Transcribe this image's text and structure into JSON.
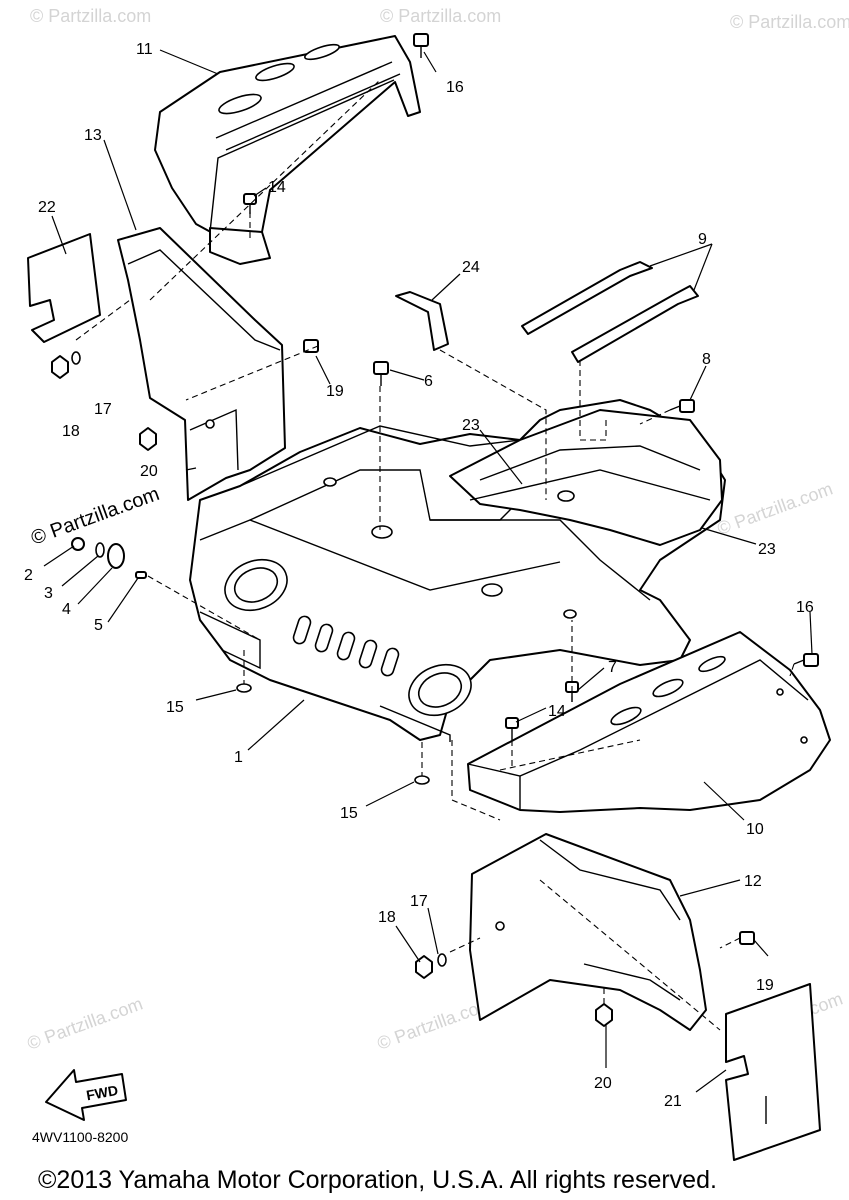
{
  "callouts": [
    "1",
    "2",
    "3",
    "4",
    "5",
    "6",
    "7",
    "8",
    "9",
    "10",
    "11",
    "12",
    "13",
    "14",
    "14",
    "15",
    "15",
    "16",
    "16",
    "17",
    "17",
    "18",
    "18",
    "19",
    "19",
    "20",
    "20",
    "21",
    "22",
    "23",
    "23",
    "24"
  ],
  "watermark": {
    "faint": "© Partzilla.com",
    "strong": "© Partzilla.com"
  },
  "fwd_label": "FWD",
  "diagram_code": "4WV1100-8200",
  "copyright": "©2013  Yamaha Motor Corporation, U.S.A. All rights reserved."
}
